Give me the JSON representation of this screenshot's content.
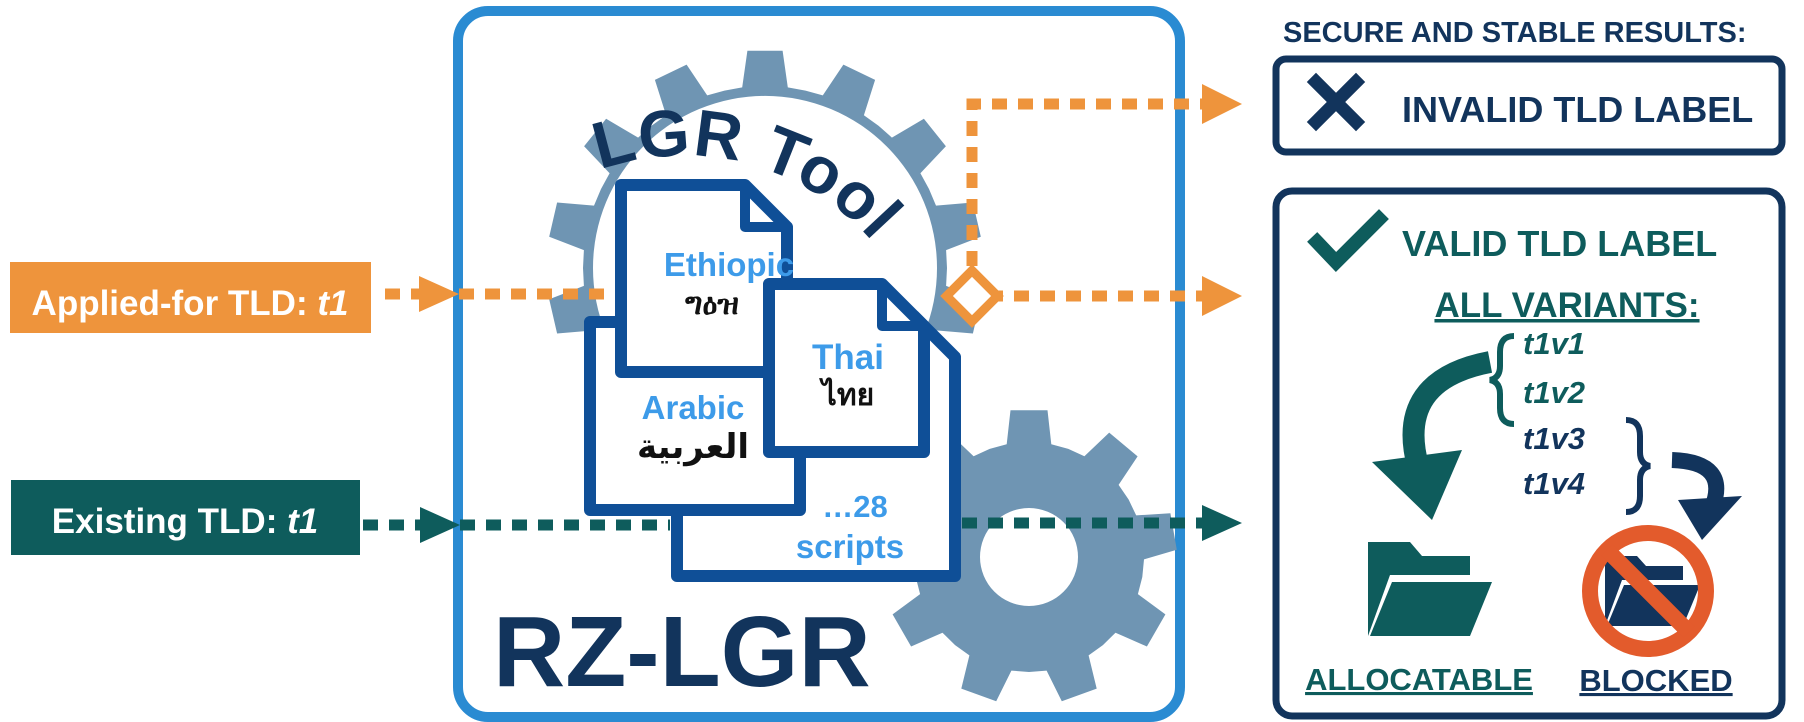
{
  "inputs": {
    "applied": {
      "prefix": "Applied-for TLD: ",
      "value": "t1"
    },
    "existing": {
      "prefix": "Existing TLD: ",
      "value": "t1"
    }
  },
  "lgr": {
    "tool_label": "LGR Tool",
    "name": "RZ-LGR",
    "documents": [
      {
        "script": "Ethiopic",
        "sample": "ግዕዝ"
      },
      {
        "script": "Arabic",
        "sample": "العربية"
      },
      {
        "script": "Thai",
        "sample": "ไทย"
      }
    ],
    "more": {
      "count": "…28",
      "unit": "scripts"
    }
  },
  "results": {
    "heading": "SECURE AND STABLE RESULTS:",
    "invalid_label": "INVALID TLD LABEL",
    "valid_label": "VALID TLD LABEL",
    "variants_heading": "ALL VARIANTS:",
    "variants": [
      "t1v1",
      "t1v2",
      "t1v3",
      "t1v4"
    ],
    "allocatable": "ALLOCATABLE",
    "blocked": "BLOCKED"
  },
  "colors": {
    "orange": "#ee943c",
    "teal": "#0e5c5c",
    "navy": "#12345c",
    "blue": "#2a8bd2",
    "doc_border": "#0f4f97",
    "gear": "#6f95b3",
    "light_blue": "#3d9be9",
    "red": "#e35b2c"
  }
}
